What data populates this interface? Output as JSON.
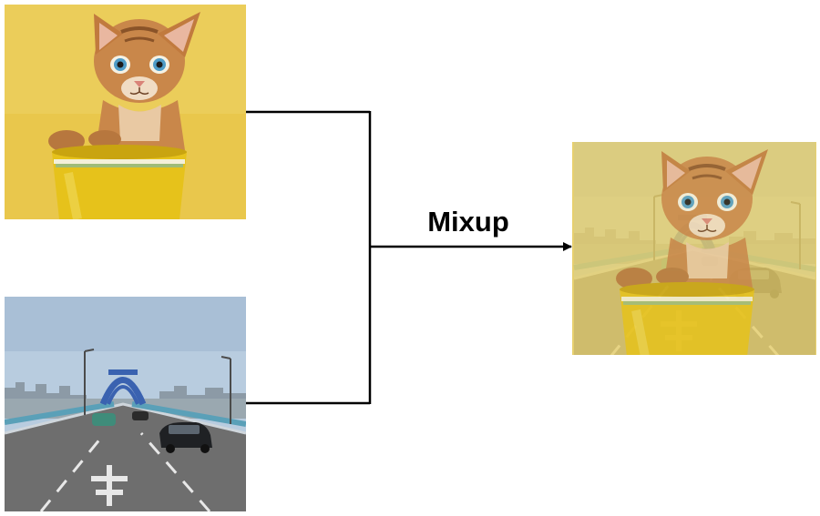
{
  "operation_label": "Mixup",
  "images": {
    "input_1": "kitten-in-yellow-cup",
    "input_2": "bridge-road-with-cars",
    "output": "mixup-blended-kitten-and-road"
  },
  "colors": {
    "background": "#ffffff",
    "line": "#000000",
    "kitten_background": "#e9c74c",
    "cup_yellow": "#e6c21b",
    "sky": "#b8ccdf",
    "road": "#6e6e6e",
    "bridge_blue": "#3a62b0",
    "mixup_background": "#e6d27a"
  }
}
